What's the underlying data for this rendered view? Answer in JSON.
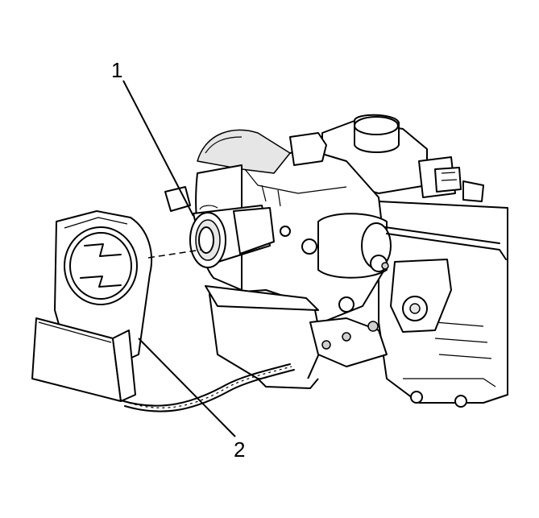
{
  "callouts": [
    {
      "id": "1",
      "label": "1"
    },
    {
      "id": "2",
      "label": "2"
    }
  ],
  "parts": {
    "assembly": "steering-column-assembly-icon",
    "switch": "ignition-switch-icon",
    "lock_cylinder": "lock-cylinder-housing-icon",
    "wiring": "wiring-harness-icon"
  },
  "colors": {
    "line": "#000000",
    "background": "#ffffff"
  }
}
